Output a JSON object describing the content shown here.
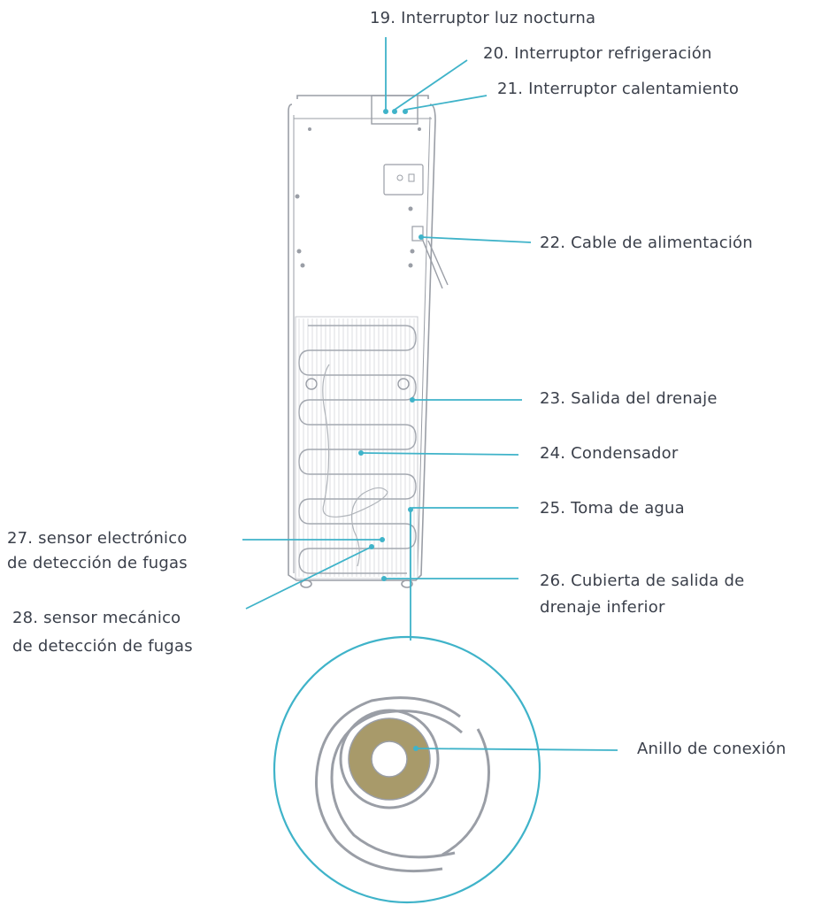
{
  "labels": {
    "l19": "19. Interruptor luz nocturna",
    "l20": "20. Interruptor refrigeración",
    "l21": "21. Interruptor calentamiento",
    "l22": "22. Cable de alimentación",
    "l23": "23. Salida del drenaje",
    "l24": "24. Condensador",
    "l25": "25. Toma de agua",
    "l26_line1": "26. Cubierta de salida de",
    "l26_line2": "drenaje inferior",
    "l27_line1": "27. sensor electrónico",
    "l27_line2": "de detección de fugas",
    "l28_line1": "28. sensor mecánico",
    "l28_line2": "de detección de fugas",
    "ring": "Anillo de conexión"
  },
  "colors": {
    "leader": "#3fb3c9",
    "outline": "#9a9ea6",
    "ring_fill": "#a89a6a",
    "text": "#3a3f4a"
  }
}
